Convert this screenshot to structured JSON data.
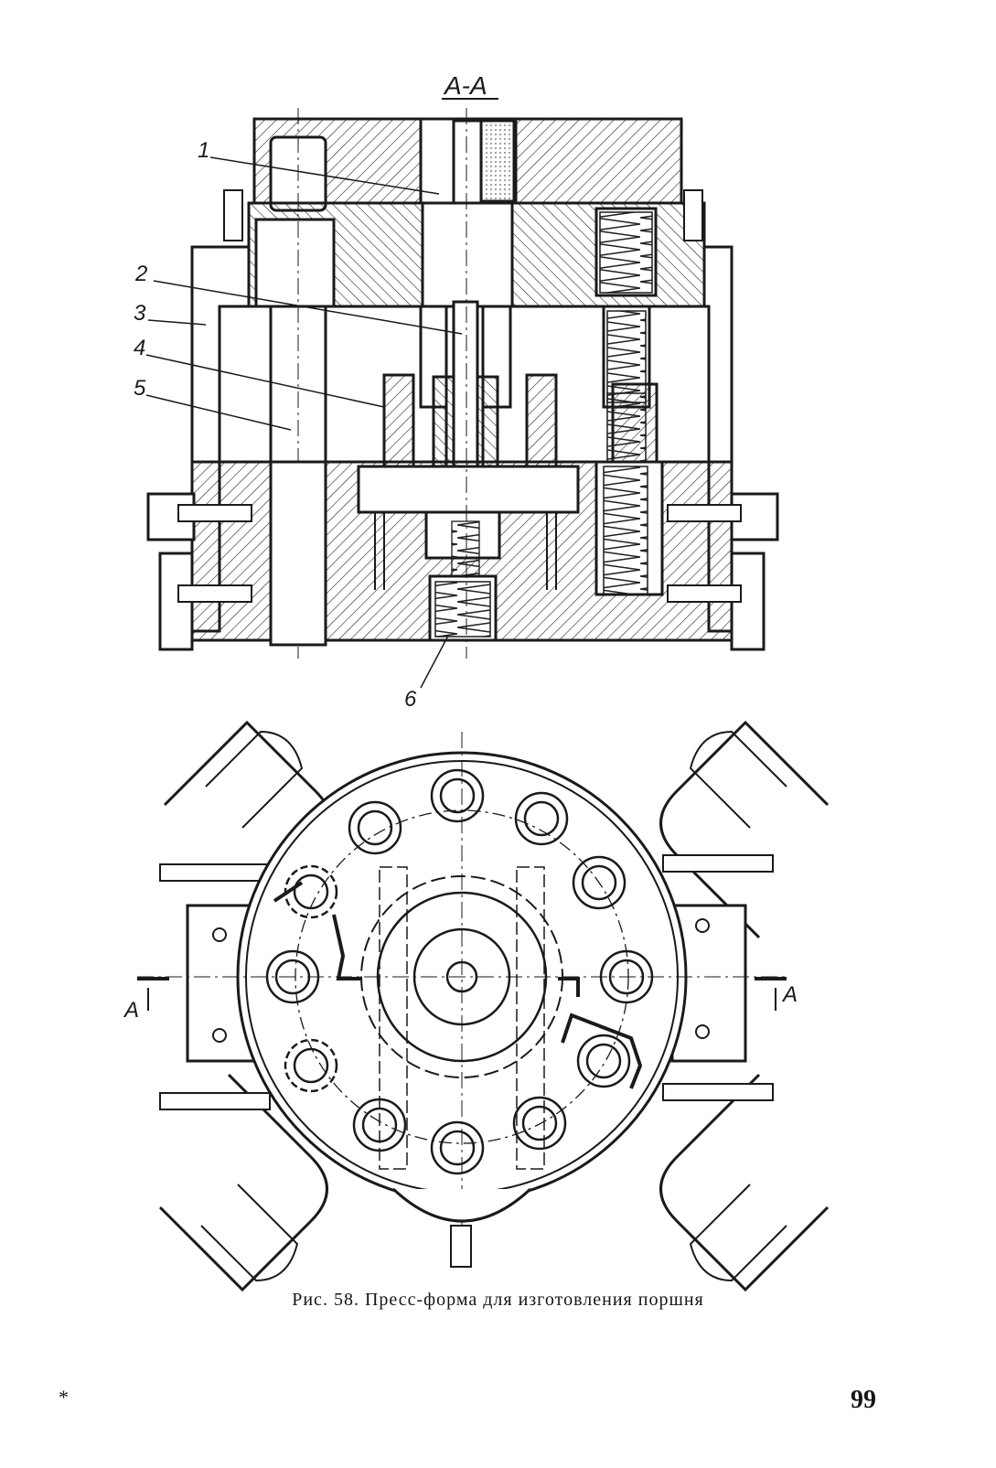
{
  "figure": {
    "section_label": "А-А",
    "callouts": [
      "1",
      "2",
      "3",
      "4",
      "5",
      "6"
    ],
    "section_marks": [
      "А",
      "А"
    ]
  },
  "caption": "Рис. 58. Пресс-форма для изготовления поршня",
  "footer": {
    "asterisk": "*",
    "page_number": "99"
  }
}
